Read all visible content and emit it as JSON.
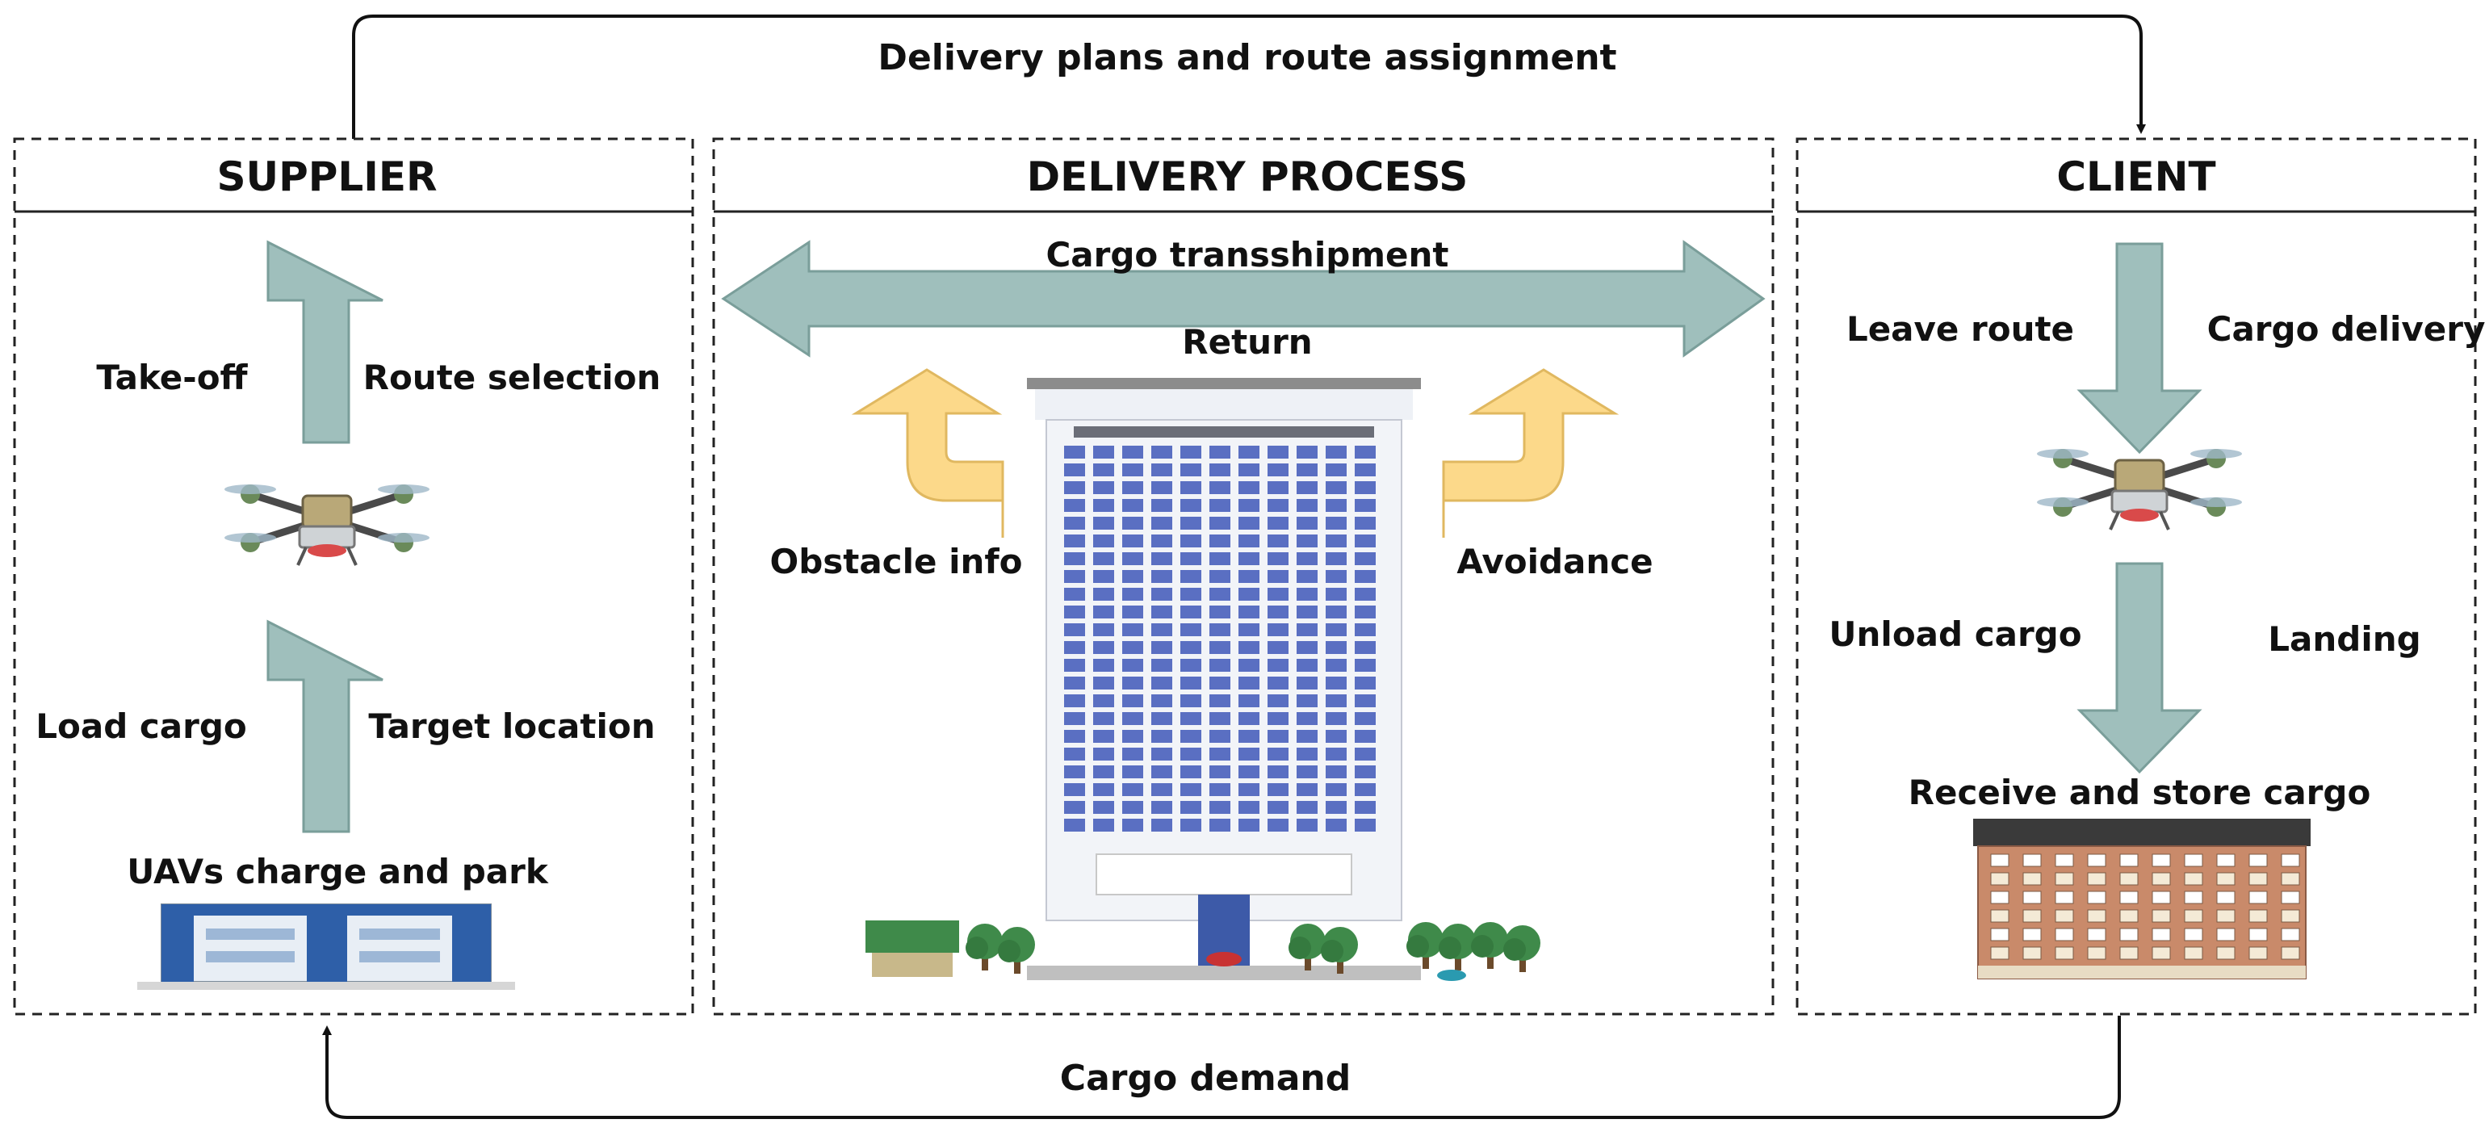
{
  "top_flow": {
    "label": "Delivery plans and route assignment"
  },
  "bottom_flow": {
    "label": "Cargo demand"
  },
  "supplier": {
    "title": "SUPPLIER",
    "takeoff": "Take-off",
    "route_selection": "Route selection",
    "load_cargo": "Load cargo",
    "target_location": "Target location",
    "charge_park": "UAVs charge and park"
  },
  "delivery": {
    "title": "DELIVERY PROCESS",
    "transshipment": "Cargo transshipment",
    "return": "Return",
    "obstacle_info": "Obstacle info",
    "avoidance": "Avoidance"
  },
  "client": {
    "title": "CLIENT",
    "leave_route": "Leave route",
    "cargo_delivery": "Cargo delivery",
    "unload_cargo": "Unload cargo",
    "landing": "Landing",
    "receive_store": "Receive and store cargo"
  },
  "colors": {
    "flow_arrow": "#9fbfbc",
    "flow_arrow_stroke": "#7a9e9a",
    "avoid_arrow": "#fcd98a",
    "avoid_arrow_stroke": "#e0b860",
    "frame": "#222222"
  },
  "icons": {
    "drone": "drone-icon",
    "warehouse": "warehouse-icon",
    "office_tower": "office-tower-icon",
    "apartment": "apartment-building-icon"
  }
}
